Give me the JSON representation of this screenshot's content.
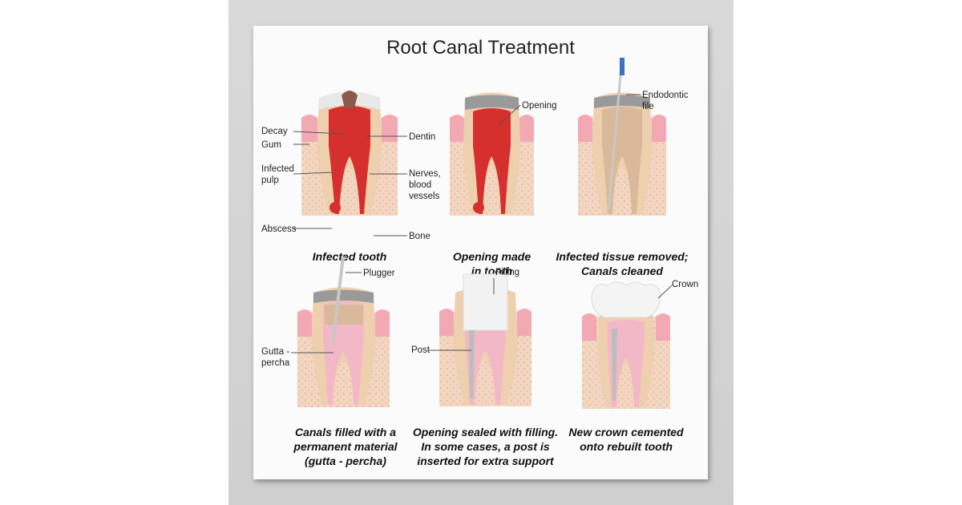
{
  "poster": {
    "title": "Root Canal Treatment"
  },
  "panels": [
    {
      "caption": [
        "Infected tooth",
        ""
      ],
      "labels": {
        "decay": "Decay",
        "gum": "Gum",
        "infected_pulp_1": "Infected",
        "infected_pulp_2": "pulp",
        "abscess": "Abscess",
        "dentin": "Dentin",
        "nerves_1": "Nerves,",
        "nerves_2": "blood",
        "nerves_3": "vessels",
        "bone": "Bone"
      }
    },
    {
      "caption": [
        "Opening made",
        "in tooth"
      ],
      "labels": {
        "opening": "Opening"
      }
    },
    {
      "caption": [
        "Infected tissue removed;",
        "Canals cleaned"
      ],
      "labels": {
        "file_1": "Endodontic",
        "file_2": "file"
      }
    },
    {
      "caption": [
        "Canals filled with a",
        "permanent material",
        "(gutta - percha)"
      ],
      "labels": {
        "plugger": "Plugger",
        "gutta_1": "Gutta -",
        "gutta_2": "percha"
      }
    },
    {
      "caption": [
        "Opening sealed with filling.",
        "In some cases, a post is",
        "inserted for extra support"
      ],
      "labels": {
        "filling": "Filling",
        "post": "Post"
      }
    },
    {
      "caption": [
        "New crown cemented",
        "onto rebuilt tooth"
      ],
      "labels": {
        "crown": "Crown"
      }
    }
  ],
  "colors": {
    "bone": "#f3d5c0",
    "dentin": "#eecfae",
    "enamel": "#e9e9e9",
    "gum": "#f3a9b4",
    "infected": "#d6302e",
    "gutta": "#f2b8c8",
    "filling": "#f2f2f2"
  }
}
